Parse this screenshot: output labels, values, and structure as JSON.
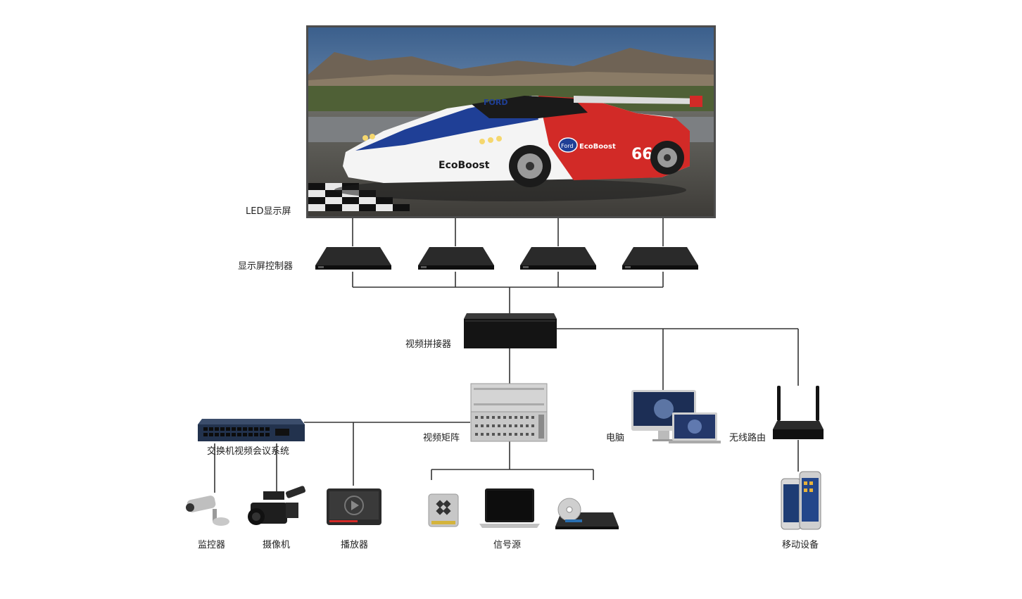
{
  "labels": {
    "led_screen": "LED显示屏",
    "screen_controller": "显示屏控制器",
    "video_splicer": "视频拼接器",
    "video_matrix": "视频矩阵",
    "switch_conference": "交换机视频会议系统",
    "computer": "电脑",
    "wireless_router": "无线路由",
    "monitor_camera": "监控器",
    "camcorder": "摄像机",
    "player": "播放器",
    "signal_source": "信号源",
    "mobile_device": "移动设备"
  },
  "screen_graphics": {
    "car_brand_text": "FORD",
    "car_logo_text": "Ford",
    "car_side_text": "EcoBoost",
    "car_door_text": "EcoBoost",
    "car_number": "66"
  },
  "colors": {
    "line": "#333333",
    "device_black": "#151515",
    "car_blue": "#1f3f96",
    "car_red": "#d22a27"
  }
}
